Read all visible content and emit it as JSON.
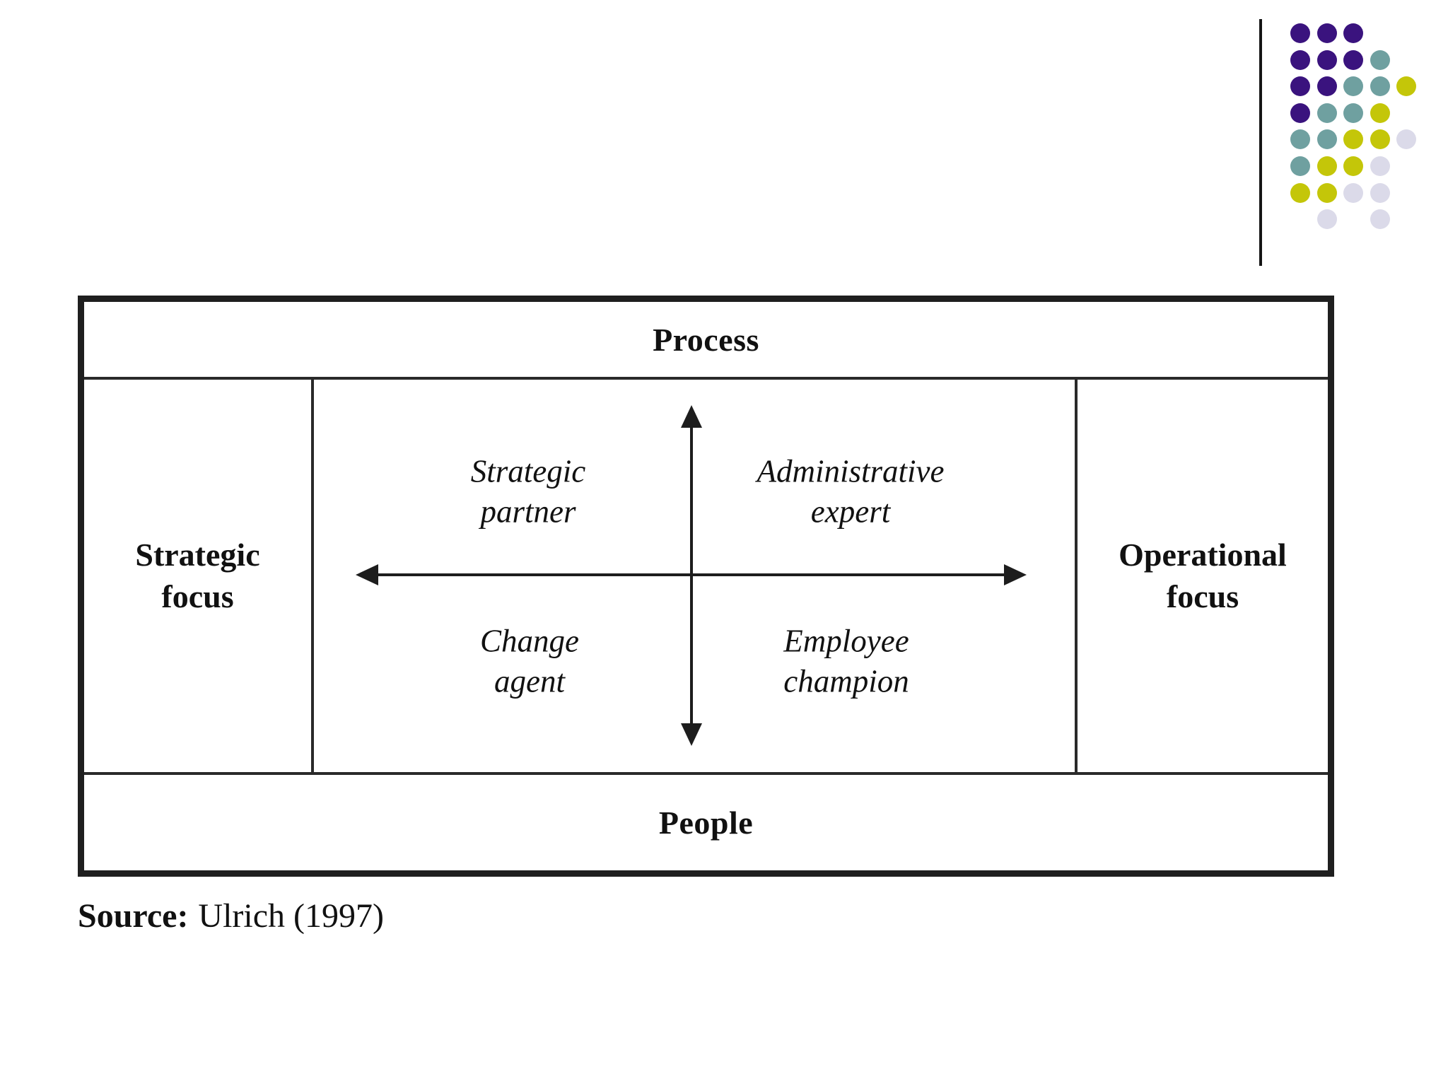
{
  "figure": {
    "top_label": "Process",
    "bottom_label": "People",
    "left_label": "Strategic\nfocus",
    "right_label": "Operational\nfocus",
    "quadrants": {
      "top_left": "Strategic\npartner",
      "top_right": "Administrative\nexpert",
      "bottom_left": "Change\nagent",
      "bottom_right": "Employee\nchampion"
    },
    "source_label": "Source:",
    "source_text": "Ulrich (1997)"
  },
  "decoration": {
    "dot_colors": {
      "purple": "#3A137E",
      "teal": "#6FA0A0",
      "yellow": "#C4C609",
      "lavender": "#DBDAE9"
    },
    "dot_rows": [
      [
        "purple",
        "purple",
        "purple"
      ],
      [
        "purple",
        "purple",
        "purple",
        "teal"
      ],
      [
        "purple",
        "purple",
        "teal",
        "teal",
        "yellow"
      ],
      [
        "purple",
        "teal",
        "teal",
        "yellow"
      ],
      [
        "teal",
        "teal",
        "yellow",
        "yellow",
        "lavender"
      ],
      [
        "teal",
        "yellow",
        "yellow",
        "lavender"
      ],
      [
        "yellow",
        "yellow",
        "lavender",
        "lavender"
      ],
      [
        null,
        "lavender",
        null,
        "lavender"
      ]
    ]
  }
}
